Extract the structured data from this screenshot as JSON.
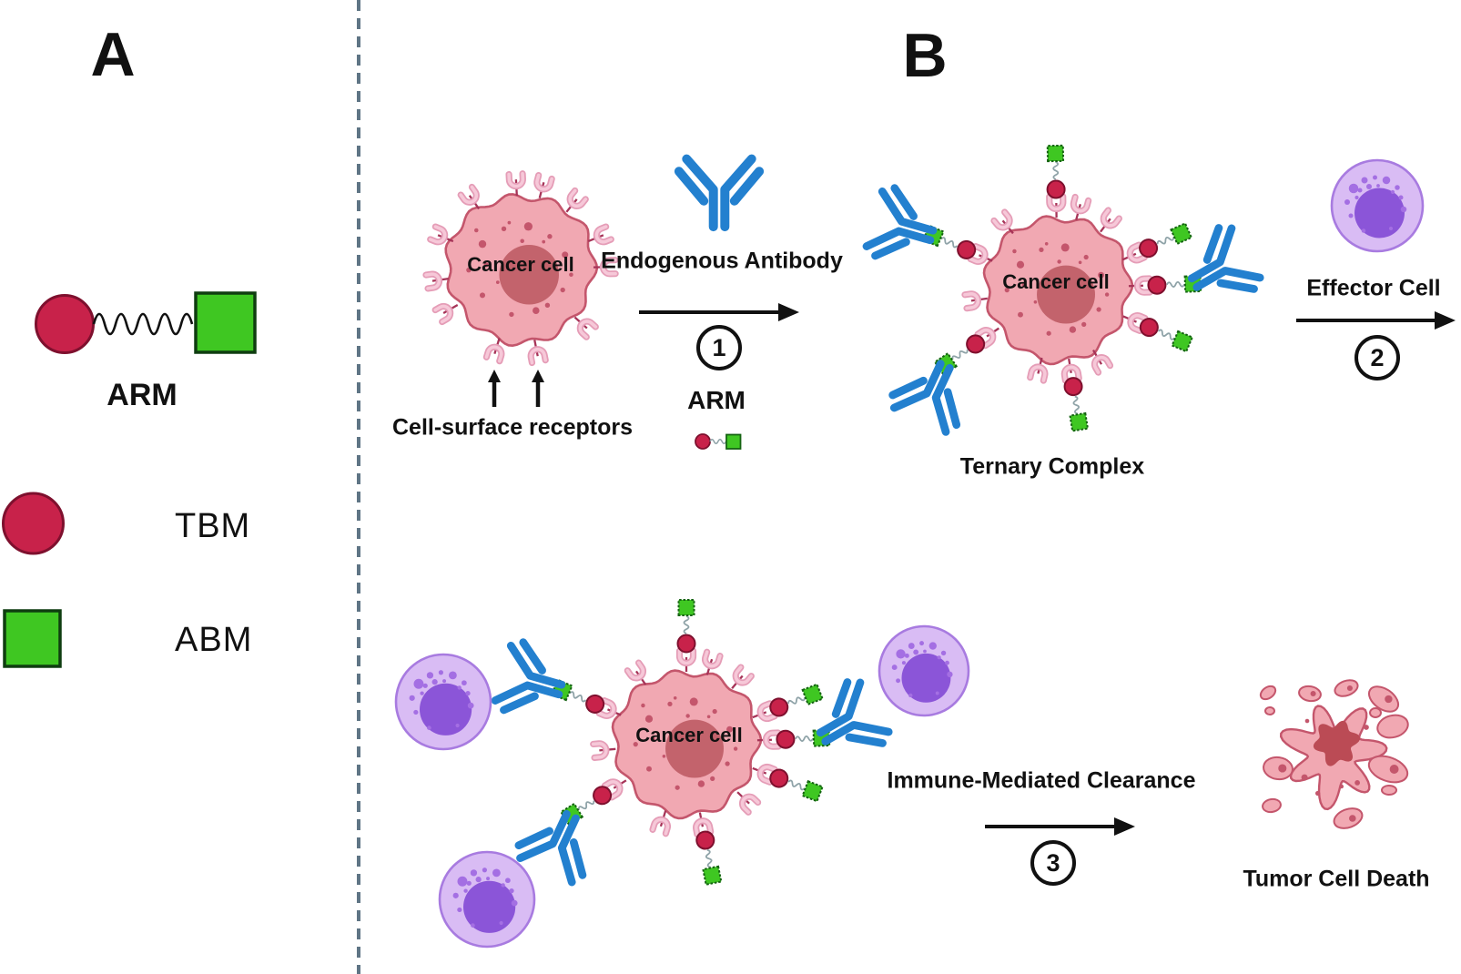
{
  "panel_a": {
    "label": "A",
    "arm_label": "ARM",
    "legend": [
      {
        "symbol": "tbm-circle",
        "label": "TBM"
      },
      {
        "symbol": "abm-square",
        "label": "ABM"
      }
    ]
  },
  "panel_b": {
    "label": "B",
    "cancer_cell_label": "Cancer cell",
    "cell_surface_receptors_label": "Cell-surface receptors",
    "endogenous_antibody_label": "Endogenous Antibody",
    "arm_label": "ARM",
    "ternary_complex_label": "Ternary Complex",
    "effector_cell_label": "Effector Cell",
    "immune_mediated_clearance_label": "Immune-Mediated Clearance",
    "tumor_cell_death_label": "Tumor Cell Death",
    "steps": [
      "1",
      "2",
      "3"
    ]
  },
  "colors": {
    "tbm_red": "#C8224A",
    "tbm_red_border": "#7E102E",
    "abm_green": "#3FC722",
    "abm_green_border": "#156312",
    "antibody_blue": "#2380CF",
    "cancer_cell_body": "#F1A8B2",
    "cancer_cell_border": "#C4566C",
    "cancer_cell_nucleus": "#C3636C",
    "receptor_pink": "#F6C8D8",
    "receptor_pink_outline": "#E59DB7",
    "receptor_stalk": "#A63458",
    "linker_gray": "#8FA3A8",
    "effector_body": "#D9BCF4",
    "effector_border": "#A87BE0",
    "effector_nucleus": "#8B55D8",
    "effector_dots": "#A46FE3",
    "dying_nucleus": "#BB4B55",
    "arrow_black": "#111111",
    "divider_gray": "#5F7585"
  }
}
